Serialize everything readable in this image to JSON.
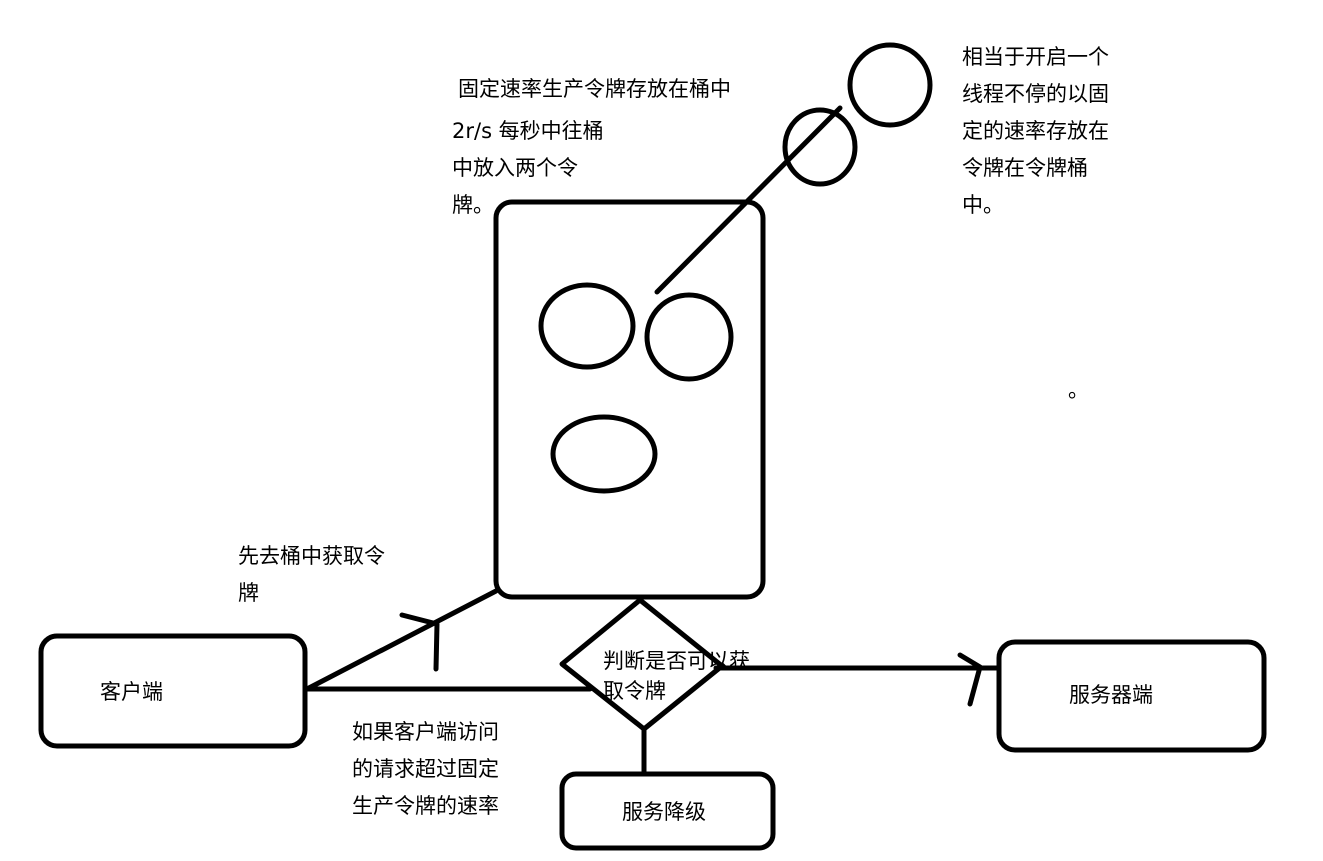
{
  "colors": {
    "stroke": "#000000",
    "background": "#ffffff"
  },
  "labels": {
    "produce_rate": "固定速率生产令牌存放在桶中",
    "rate_note": [
      "2r/s 每秒中往桶",
      "中放入两个令",
      "牌。"
    ],
    "thread_note": [
      "相当于开启一个",
      "线程不停的以固",
      "定的速率存放在",
      "令牌在令牌桶",
      "中。"
    ],
    "stray_mark": "。",
    "fetch_token": [
      "先去桶中获取令",
      "牌"
    ],
    "judge": [
      "判断是否可以获",
      "取令牌"
    ],
    "exceed_note": [
      "如果客户端访问",
      "的请求超过固定",
      "生产令牌的速率"
    ]
  },
  "nodes": {
    "client": "客户端",
    "server": "服务器端",
    "degrade": "服务降级"
  }
}
